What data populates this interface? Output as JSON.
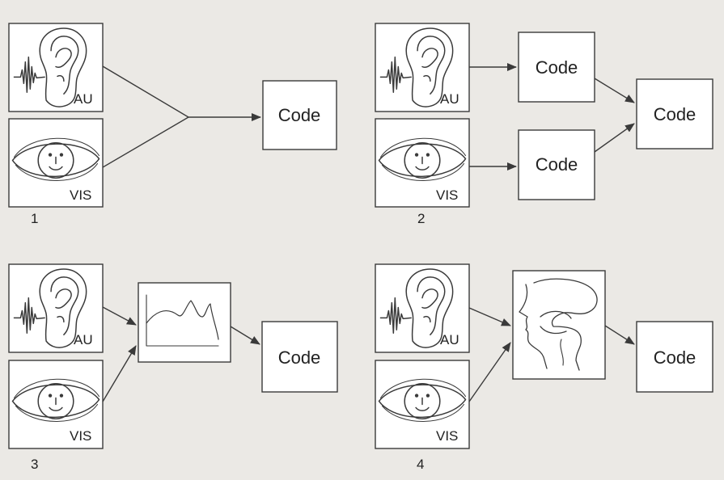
{
  "labels": {
    "au": "AU",
    "vis": "VIS",
    "code": "Code"
  },
  "panels": [
    {
      "number": "1"
    },
    {
      "number": "2"
    },
    {
      "number": "3"
    },
    {
      "number": "4"
    }
  ],
  "icons": {
    "ear": "ear-icon",
    "sound_wave": "sound-wave-icon",
    "eye": "eye-icon",
    "waveform_graph": "waveform-graph-icon",
    "vocal_tract": "vocal-tract-icon"
  },
  "colors": {
    "background": "#ebe9e5",
    "box_fill": "#ffffff",
    "ink": "#3a3a3a"
  }
}
